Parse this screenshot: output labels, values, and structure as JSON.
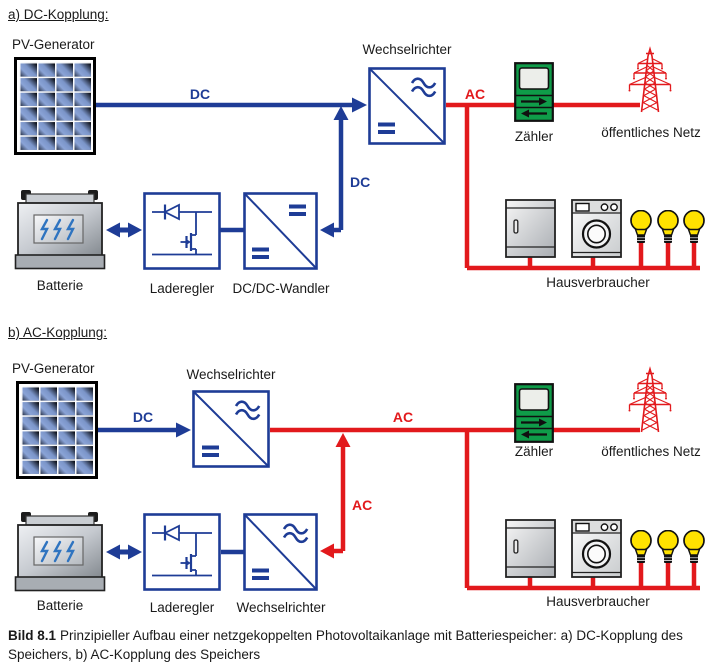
{
  "figure": {
    "type": "technical-diagram",
    "subject": "Grid-coupled photovoltaic system with battery storage"
  },
  "colors": {
    "dc_blue": "#1e3c96",
    "ac_red": "#e2191c",
    "meter_green": "#0f9c49",
    "bulb_yellow": "#ffe200"
  },
  "section_a": {
    "heading": "a) DC-Kopplung:",
    "pv_generator": "PV-Generator",
    "inverter": "Wechselrichter",
    "dc_main": "DC",
    "dc_branch": "DC",
    "ac": "AC",
    "meter": "Zähler",
    "public_grid": "öffentliches Netz",
    "battery": "Batterie",
    "charge_controller": "Laderegler",
    "dc_dc_converter": "DC/DC-Wandler",
    "household_loads": "Hausverbraucher"
  },
  "section_b": {
    "heading": "b) AC-Kopplung:",
    "pv_generator": "PV-Generator",
    "inverter_pv": "Wechselrichter",
    "inverter_battery": "Wechselrichter",
    "dc": "DC",
    "ac_main": "AC",
    "ac_branch": "AC",
    "meter": "Zähler",
    "public_grid": "öffentliches Netz",
    "battery": "Batterie",
    "charge_controller": "Laderegler",
    "household_loads": "Hausverbraucher"
  },
  "caption": {
    "label": "Bild 8.1",
    "text": "Prinzipieller Aufbau einer netzgekoppelten Photovoltaikanlage mit Batteriespeicher: a) DC-Kopplung des Speichers, b) AC-Kopplung des Speichers"
  }
}
